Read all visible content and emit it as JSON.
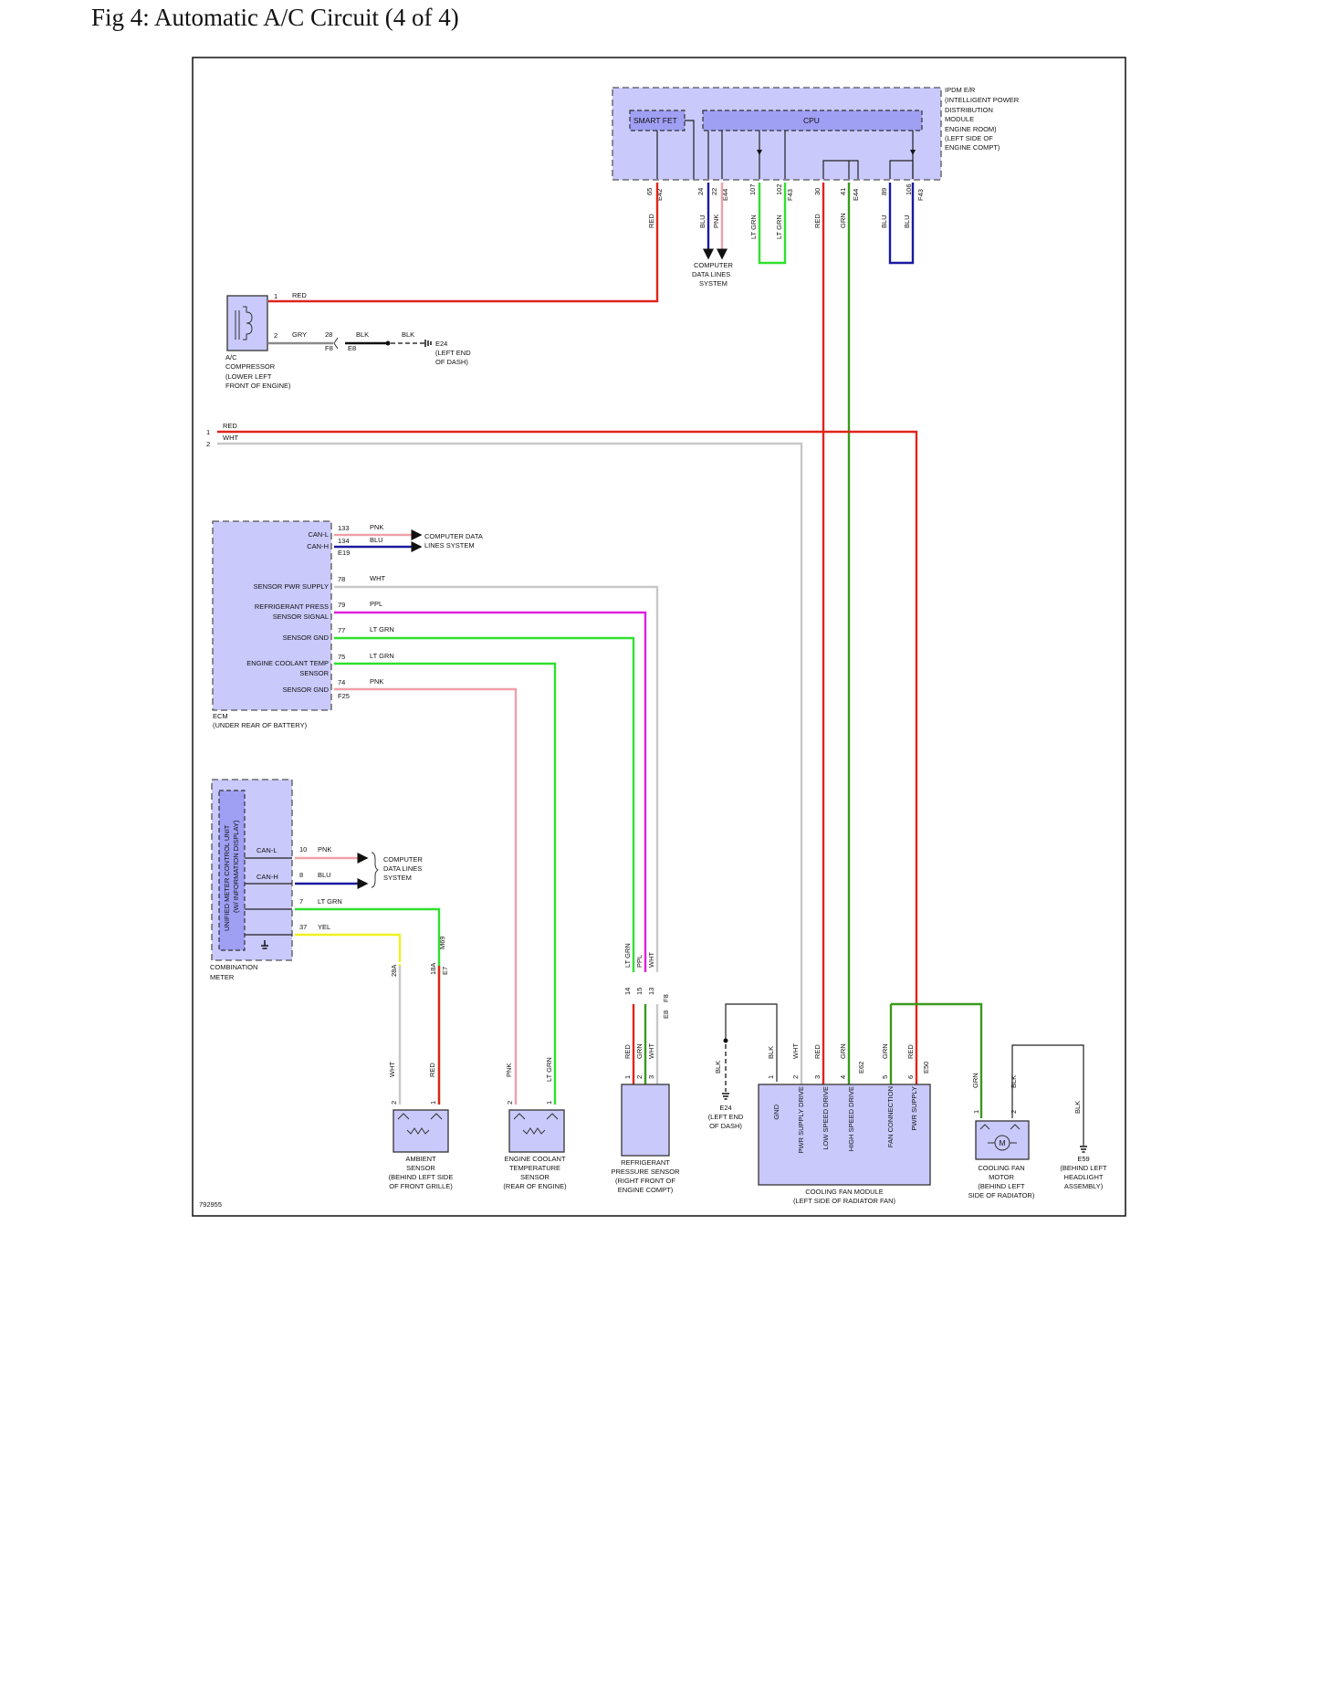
{
  "page": {
    "title": "Fig 4: Automatic A/C Circuit (4 of 4)",
    "figure_id": "792955"
  },
  "colors": {
    "RED": "#e0241b",
    "WHT": "#c8c8c8",
    "BLU": "#1a1aa0",
    "PNK": "#f0a0a8",
    "LT GRN": "#2ee02e",
    "GRN": "#3a9a1a",
    "BLK": "#111111",
    "PPL": "#e020e0",
    "YEL": "#f0f020",
    "GRY": "#8a8a8a",
    "component_fill": "#c9c9fb",
    "inner_fill": "#9f9ff4"
  },
  "labels": {
    "ipdm": [
      "IPDM E/R",
      "(INTELLIGENT POWER",
      "DISTRIBUTION",
      "MODULE",
      "ENGINE ROOM)",
      "(LEFT SIDE OF",
      "ENGINE COMPT)"
    ],
    "smart_fet": "SMART FET",
    "cpu": "CPU",
    "ipdm_pins": [
      "65",
      "24",
      "22",
      "107",
      "102",
      "30",
      "41",
      "89",
      "106"
    ],
    "ipdm_connectors": [
      "E42",
      "E44",
      "F43",
      "E44",
      "F43"
    ],
    "ipdm_wires": [
      "RED",
      "BLU",
      "PNK",
      "LT GRN",
      "LT GRN",
      "RED",
      "GRN",
      "BLU",
      "BLU"
    ],
    "computer_data_1": [
      "COMPUTER",
      "DATA LINES",
      "SYSTEM"
    ],
    "compressor": [
      "A/C",
      "COMPRESSOR",
      "(LOWER LEFT",
      "FRONT OF ENGINE)"
    ],
    "compressor_pins": [
      "1",
      "2"
    ],
    "compressor_wires": [
      "RED",
      "GRY",
      "BLK",
      "BLK"
    ],
    "compressor_pin28": "28",
    "compressor_connectors": [
      "F8",
      "E8"
    ],
    "ground_e24": [
      "E24",
      "(LEFT END",
      "OF DASH)"
    ],
    "left_pins": [
      "1",
      "2"
    ],
    "left_wires": [
      "RED",
      "WHT"
    ],
    "ecm": [
      "ECM",
      "(UNDER REAR OF BATTERY)"
    ],
    "ecm_can_l": "CAN-L",
    "ecm_can_h": "CAN-H",
    "ecm_sensor_pwr": "SENSOR PWR SUPPLY",
    "ecm_refrig": [
      "REFRIGERANT PRESS",
      "SENSOR SIGNAL"
    ],
    "ecm_sensor_gnd1": "SENSOR GND",
    "ecm_coolant": [
      "ENGINE COOLANT TEMP",
      "SENSOR"
    ],
    "ecm_sensor_gnd2": "SENSOR GND",
    "ecm_pins": [
      "133",
      "134",
      "78",
      "79",
      "77",
      "75",
      "74"
    ],
    "ecm_wires": [
      "PNK",
      "BLU",
      "WHT",
      "PPL",
      "LT GRN",
      "LT GRN",
      "PNK"
    ],
    "ecm_connectors": [
      "E19",
      "F25"
    ],
    "computer_data_2": [
      "COMPUTER DATA",
      "LINES SYSTEM"
    ],
    "meter": [
      "COMBINATION",
      "METER"
    ],
    "meter_unit": [
      "UNIFIED METER CONTROL UNIT",
      "(W/ INFORMATION DISPLAY)"
    ],
    "meter_can_l": "CAN-L",
    "meter_can_h": "CAN-H",
    "meter_pins": [
      "10",
      "8",
      "7",
      "37"
    ],
    "meter_wires": [
      "PNK",
      "BLU",
      "LT GRN",
      "YEL"
    ],
    "computer_data_3": [
      "COMPUTER",
      "DATA LINES",
      "SYSTEM"
    ],
    "m69": "M69",
    "jc_28a": "28A",
    "jc_18a": "18A",
    "e7": "E7",
    "ambient": [
      "AMBIENT",
      "SENSOR",
      "(BEHIND LEFT SIDE",
      "OF FRONT GRILLE)"
    ],
    "ambient_pins": [
      "2",
      "1"
    ],
    "ambient_wires": [
      "WHT",
      "RED"
    ],
    "coolant_sensor": [
      "ENGINE COOLANT",
      "TEMPERATURE",
      "SENSOR",
      "(REAR OF ENGINE)"
    ],
    "coolant_pins": [
      "2",
      "1"
    ],
    "coolant_wires": [
      "PNK",
      "LT GRN"
    ],
    "refrig_sensor": [
      "REFRIGERANT",
      "PRESSURE SENSOR",
      "(RIGHT FRONT OF",
      "ENGINE COMPT)"
    ],
    "refrig_pins_top": [
      "14",
      "15",
      "13"
    ],
    "refrig_wires_top": [
      "LT GRN",
      "PPL",
      "WHT"
    ],
    "refrig_connectors": [
      "F8",
      "E8"
    ],
    "refrig_pins": [
      "1",
      "2",
      "3"
    ],
    "refrig_wires": [
      "RED",
      "GRN",
      "WHT"
    ],
    "ground_e24b": [
      "E24",
      "(LEFT END",
      "OF DASH)"
    ],
    "blk": "BLK",
    "fan_module": [
      "COOLING FAN MODULE",
      "(LEFT SIDE OF RADIATOR FAN)"
    ],
    "fan_module_pins": [
      "1",
      "2",
      "3",
      "4",
      "5",
      "6"
    ],
    "fan_module_wires": [
      "BLK",
      "WHT",
      "RED",
      "GRN",
      "GRN",
      "RED"
    ],
    "fan_module_funcs": [
      "GND",
      "PWR SUPPLY DRIVE",
      "LOW SPEED DRIVE",
      "HIGH SPEED DRIVE",
      "FAN CONNECTION",
      "PWR SUPPLY"
    ],
    "fan_module_connectors": [
      "E62",
      "E50"
    ],
    "fan_motor": [
      "COOLING FAN",
      "MOTOR",
      "(BEHIND LEFT",
      "SIDE OF RADIATOR)"
    ],
    "fan_motor_pins": [
      "1",
      "2"
    ],
    "fan_motor_wires": [
      "GRN",
      "BLK"
    ],
    "ground_e59": [
      "E59",
      "(BEHIND LEFT",
      "HEADLIGHT",
      "ASSEMBLY)"
    ],
    "motor_symbol": "M"
  }
}
